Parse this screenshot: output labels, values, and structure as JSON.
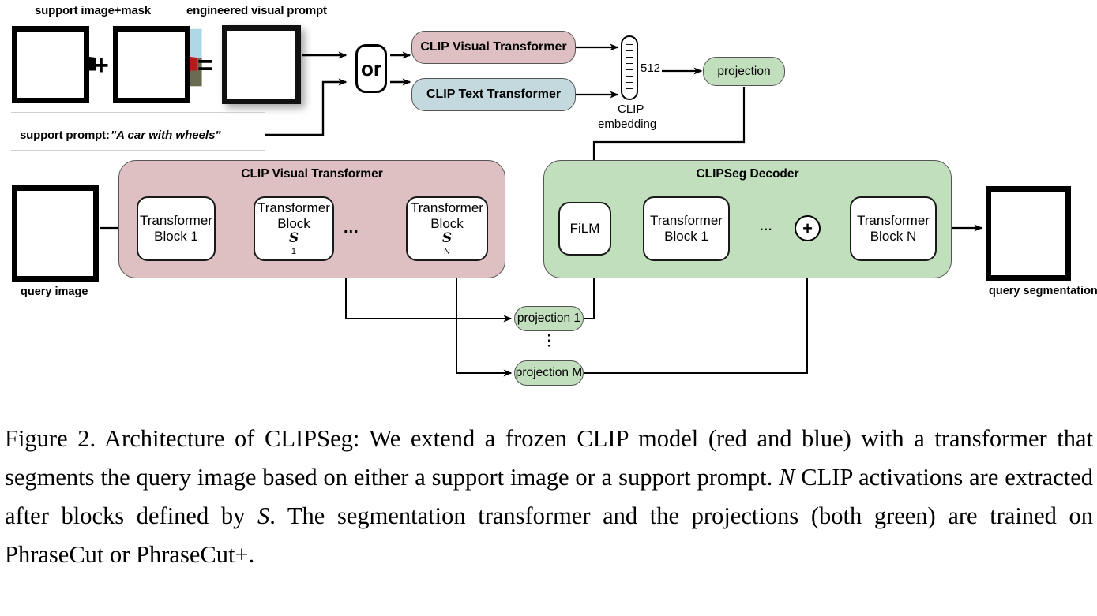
{
  "figure": {
    "top_labels": {
      "support_image_mask": "support image+mask",
      "engineered_visual_prompt": "engineered visual prompt"
    },
    "operators": {
      "plus": "+",
      "equals": "=",
      "or": "or",
      "sum": "+"
    },
    "support_prompt": {
      "label": "support prompt:",
      "value": "\"A car with wheels\""
    },
    "clip_encoders": {
      "visual": "CLIP Visual Transformer",
      "text": "CLIP Text Transformer"
    },
    "embedding": {
      "caption_line1": "CLIP",
      "caption_line2": "embedding",
      "dim": "512",
      "ticks": 9
    },
    "projection_top": {
      "label": "projection"
    },
    "encoder_panel": {
      "title": "CLIP Visual Transformer",
      "blocks": [
        {
          "line1": "Transformer",
          "line2": "Block 1",
          "sym": "",
          "subscript": ""
        },
        {
          "line1": "Transformer",
          "line2": "Block ",
          "sym": "S",
          "subscript": "1"
        },
        {
          "line1": "Transformer",
          "line2": "Block ",
          "sym": "S",
          "subscript": "N"
        }
      ],
      "ellipsis": "..."
    },
    "decoder_panel": {
      "title": "CLIPSeg Decoder",
      "film": "FiLM",
      "block_first": {
        "line1": "Transformer",
        "line2": "Block 1"
      },
      "block_last": {
        "line1": "Transformer",
        "line2": "Block N"
      },
      "ellipsis": "..."
    },
    "projections": {
      "first": "projection 1",
      "last": "projection M",
      "vdots": "⋮"
    },
    "images": {
      "support_mask_caption": "",
      "query_image_caption": "query image",
      "query_segmentation_caption": "query segmentation"
    },
    "colors": {
      "clip_visual_red": "#dec0c3",
      "clip_text_blue": "#c3d9de",
      "clipseg_green": "#c2dfbd",
      "stroke": "#555555",
      "black": "#000000",
      "query_sky": "#a8c4ea",
      "query_grass": "#2f9e57",
      "query_car": "#2d5b9e",
      "support_sky": "#add8e6",
      "support_ground": "#6b6b52",
      "support_car": "#b81a1a",
      "prompt_bg": "#c8ced1"
    }
  },
  "caption": {
    "prefix": "Figure 2.",
    "text_1": " Architecture of CLIPSeg: We extend a frozen CLIP model (red and blue) with a transformer that segments the query image based on either a support image or a support prompt. ",
    "math_n": "N",
    "text_2": " CLIP activations are extracted after blocks defined by ",
    "math_s": "S",
    "text_3": ". The segmentation transformer and the projections (both green) are trained on PhraseCut or PhraseCut+."
  }
}
